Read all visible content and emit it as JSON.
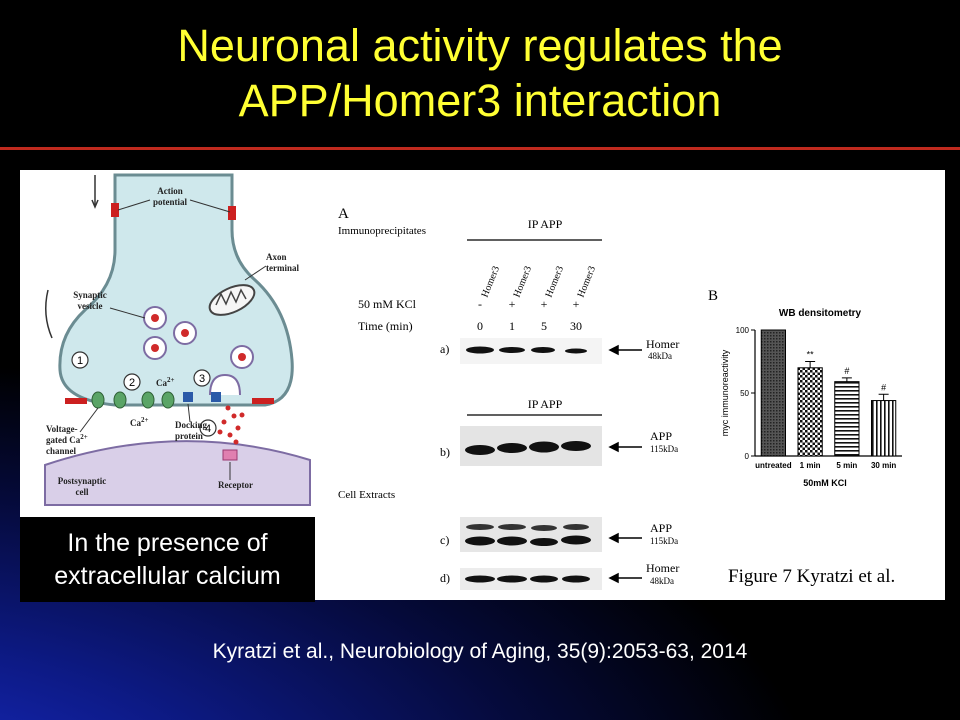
{
  "slide": {
    "title_line1": "Neuronal activity regulates the",
    "title_line2": "APP/Homer3 interaction",
    "caption_line1": "In the presence of",
    "caption_line2": "extracellular  calcium",
    "citation": "Kyratzi et al., Neurobiology of Aging, 35(9):2053-63, 2014"
  },
  "diagram": {
    "action_potential": [
      "Action",
      "potential"
    ],
    "axon_terminal": [
      "Axon",
      "terminal"
    ],
    "synaptic_vesicle": [
      "Synaptic",
      "vesicle"
    ],
    "ca_left": "Ca",
    "ca_mid": "Ca",
    "vg_channel": [
      "Voltage-",
      "gated Ca",
      "channel"
    ],
    "docking": [
      "Docking",
      "protein"
    ],
    "postsynaptic": [
      "Postsynaptic",
      "cell"
    ],
    "receptor": "Receptor",
    "steps": [
      "1",
      "2",
      "3",
      "4"
    ]
  },
  "figure": {
    "panel_a": "A",
    "immunoprecipitates": "Immunoprecipitates",
    "ip_app": "IP APP",
    "lane_labels": [
      "Homer3",
      "Homer3",
      "Homer3",
      "Homer3"
    ],
    "kcl_label": "50 mM KCl",
    "kcl_values": [
      "-",
      "+",
      "+",
      "+"
    ],
    "time_label": "Time (min)",
    "time_values": [
      "0",
      "1",
      "5",
      "30"
    ],
    "row_labels": [
      "a)",
      "b)",
      "c)",
      "d)"
    ],
    "blot_names": [
      "Homer",
      "APP",
      "APP",
      "Homer"
    ],
    "blot_kda": [
      "48kDa",
      "115kDa",
      "115kDa",
      "48kDa"
    ],
    "cell_extracts": "Cell Extracts",
    "panel_b": "B",
    "figure_caption": "Figure 7 Kyratzi et al."
  },
  "chart_data": {
    "type": "bar",
    "title": "WB densitometry",
    "categories": [
      "untreated",
      "1 min",
      "5 min",
      "30 min"
    ],
    "values": [
      100,
      70,
      59,
      44
    ],
    "errors": [
      0,
      5,
      3,
      5
    ],
    "annotations": [
      "",
      "**",
      "#",
      "#"
    ],
    "ylabel": "myc immunoreactivity",
    "xlabel": "50mM KCl",
    "ylim": [
      0,
      100
    ],
    "yticks": [
      0,
      50,
      100
    ]
  }
}
